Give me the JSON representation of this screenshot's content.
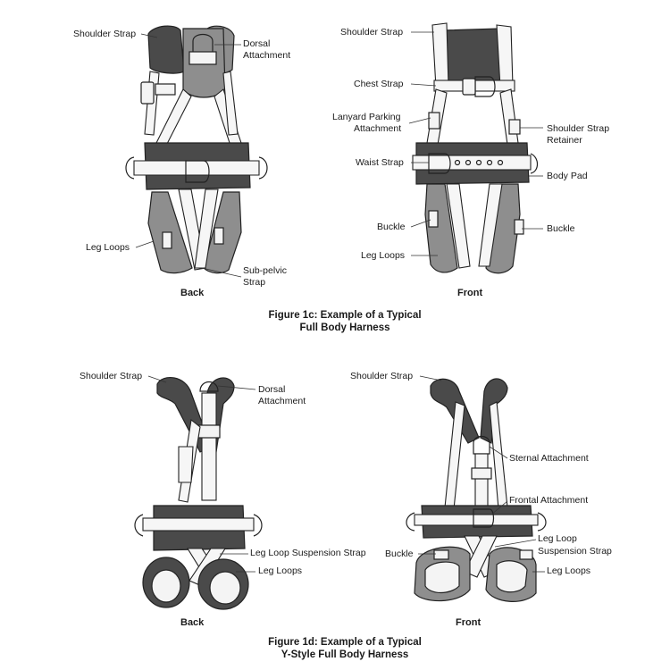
{
  "figure_1c": {
    "caption_line1": "Figure 1c: Example of a Typical",
    "caption_line2": "Full Body Harness",
    "back": {
      "view_label": "Back",
      "shoulder_strap": "Shoulder Strap",
      "dorsal_attachment_l1": "Dorsal",
      "dorsal_attachment_l2": "Attachment",
      "leg_loops": "Leg Loops",
      "sub_pelvic_l1": "Sub-pelvic",
      "sub_pelvic_l2": "Strap"
    },
    "front": {
      "view_label": "Front",
      "shoulder_strap": "Shoulder Strap",
      "chest_strap": "Chest Strap",
      "lanyard_parking_l1": "Lanyard Parking",
      "lanyard_parking_l2": "Attachment",
      "shoulder_strap_retainer_l1": "Shoulder Strap",
      "shoulder_strap_retainer_l2": "Retainer",
      "waist_strap": "Waist Strap",
      "body_pad": "Body Pad",
      "buckle_left": "Buckle",
      "buckle_right": "Buckle",
      "leg_loops": "Leg Loops"
    }
  },
  "figure_1d": {
    "caption_line1": "Figure 1d: Example of a Typical",
    "caption_line2": "Y-Style Full Body Harness",
    "back": {
      "view_label": "Back",
      "shoulder_strap": "Shoulder Strap",
      "dorsal_attachment_l1": "Dorsal",
      "dorsal_attachment_l2": "Attachment",
      "leg_loop_suspension_strap": "Leg Loop Suspension Strap",
      "leg_loops": "Leg Loops"
    },
    "front": {
      "view_label": "Front",
      "shoulder_strap": "Shoulder Strap",
      "sternal_attachment": "Sternal Attachment",
      "frontal_attachment": "Frontal Attachment",
      "leg_loop_suspension_l1": "Leg Loop",
      "leg_loop_suspension_l2": "Suspension Strap",
      "buckle": "Buckle",
      "leg_loops": "Leg Loops"
    }
  },
  "colors": {
    "dark_pad": "#4a4a4a",
    "mid_pad": "#8c8c8c",
    "webbing": "#f2f2f2",
    "outline": "#222222",
    "leader": "#333333"
  }
}
